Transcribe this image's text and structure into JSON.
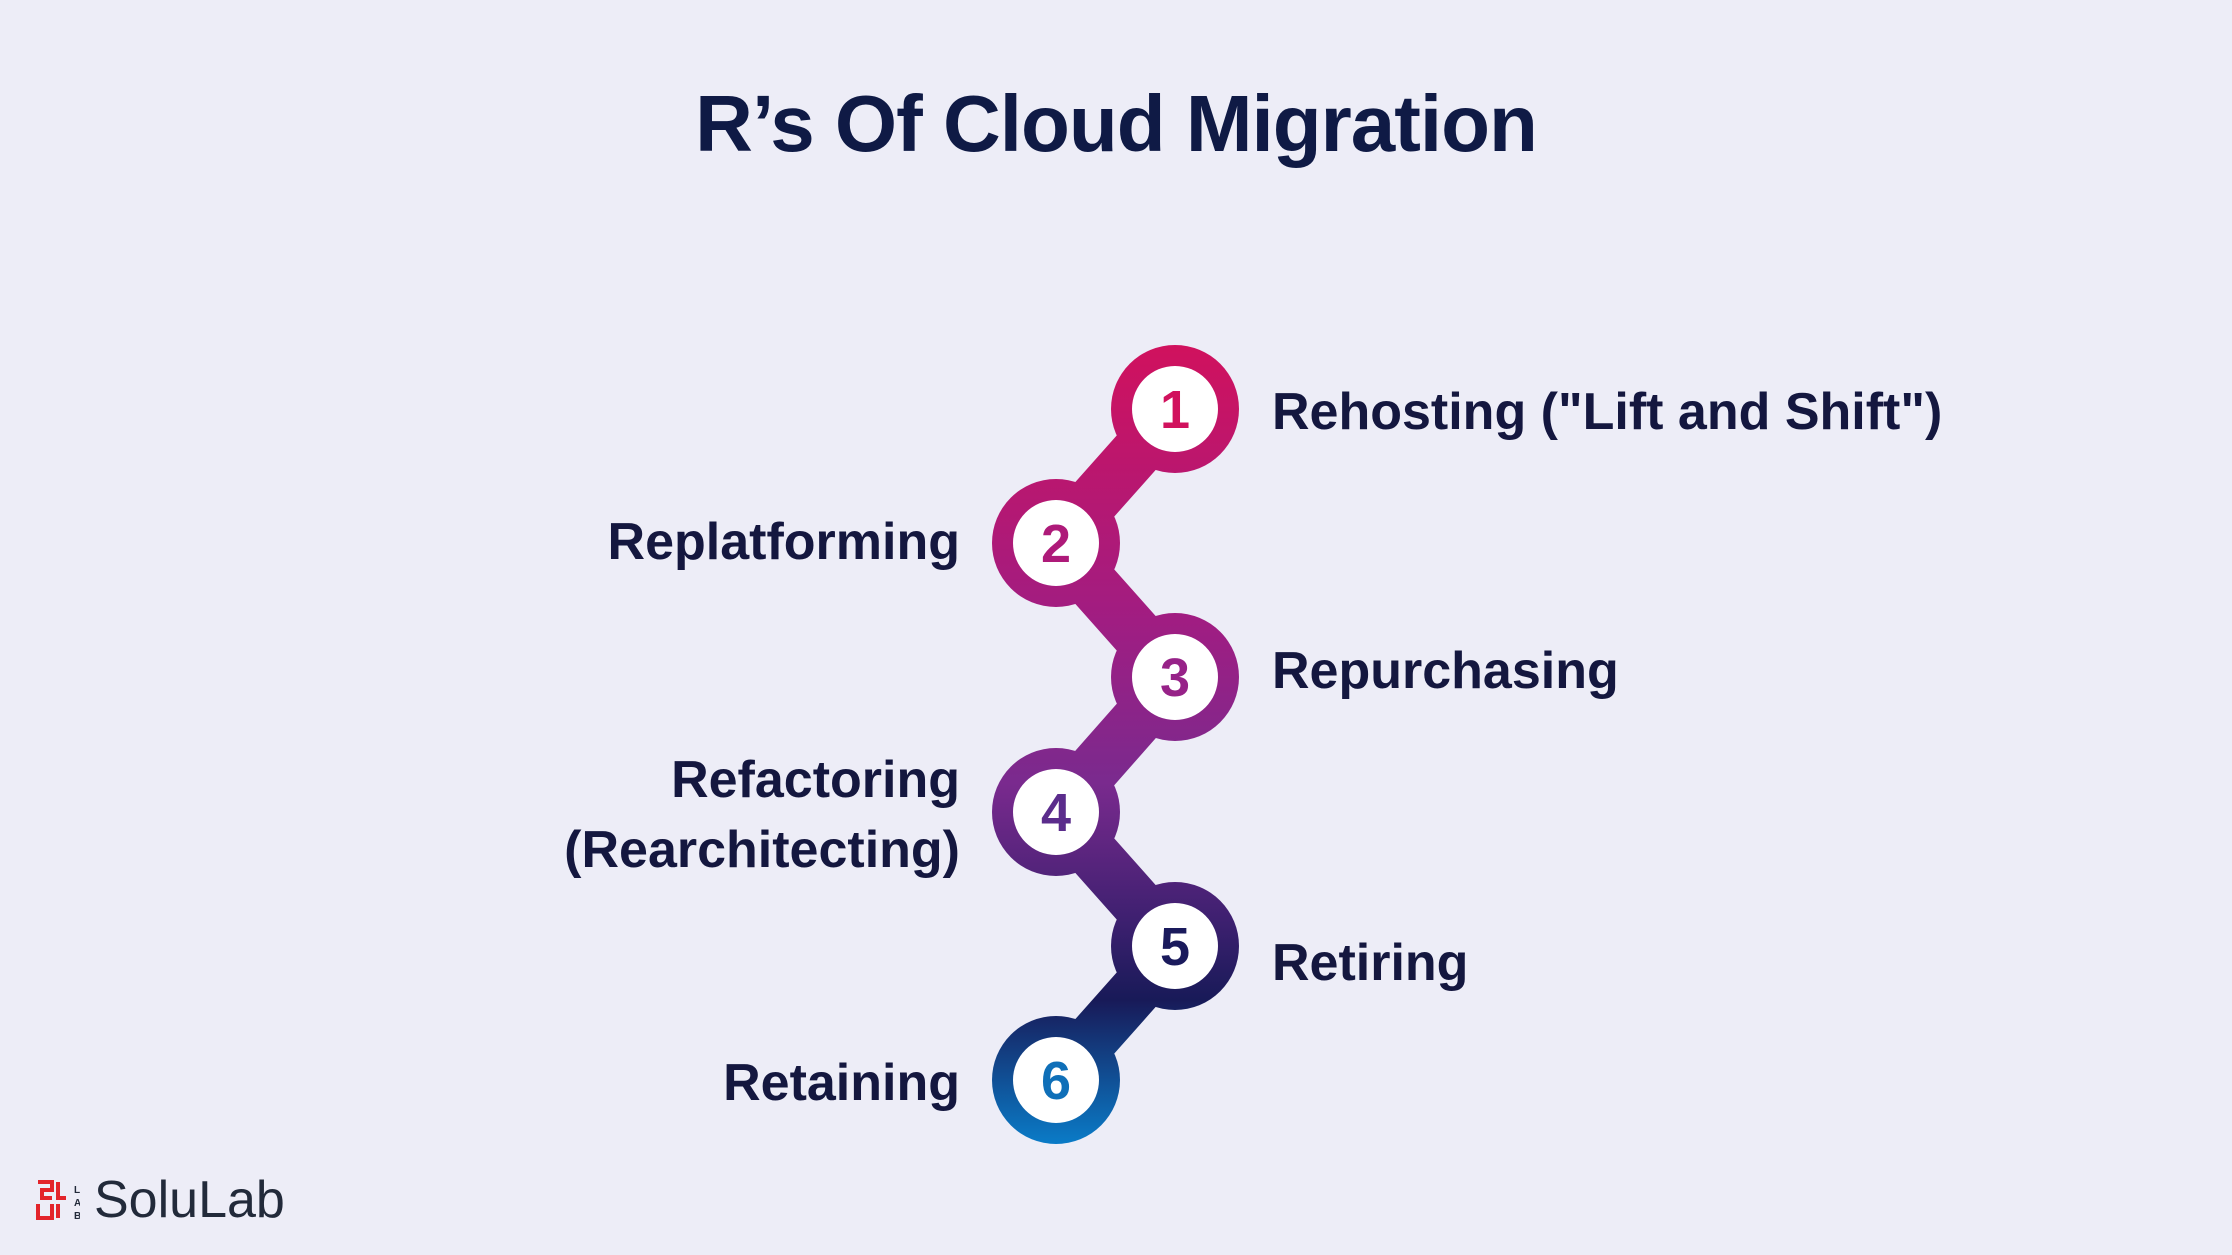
{
  "title": "R’s Of Cloud Migration",
  "steps": [
    {
      "number": "1",
      "label": "Rehosting (\"Lift and Shift\")",
      "color": "#D1115D"
    },
    {
      "number": "2",
      "label": "Replatforming",
      "color": "#AE1A79"
    },
    {
      "number": "3",
      "label": "Repurchasing",
      "color": "#972288"
    },
    {
      "number": "4",
      "label": "Refactoring (Rearchitecting)",
      "label_lines": [
        "Refactoring",
        "(Rearchitecting)"
      ],
      "color": "#5B2C8C"
    },
    {
      "number": "5",
      "label": "Retiring",
      "color": "#1A1A5C"
    },
    {
      "number": "6",
      "label": "Retaining",
      "color": "#0F6FB8"
    }
  ],
  "logo": {
    "text": "SoluLab",
    "mark_color": "#E3242B",
    "mark_letters": "LAB"
  }
}
